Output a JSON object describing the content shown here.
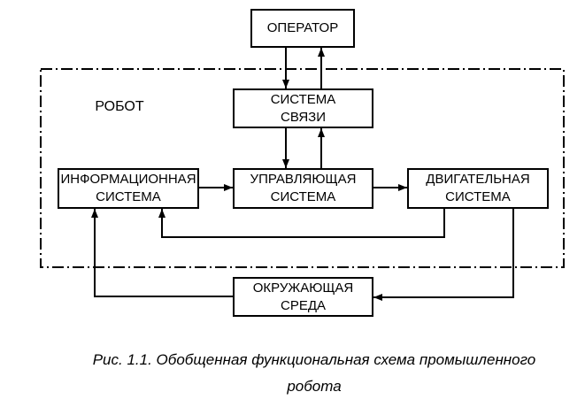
{
  "page": {
    "background_color": "#ffffff",
    "line_color": "#000000",
    "text_color": "#000000"
  },
  "diagram": {
    "boundary_label": "РОБОТ",
    "nodes": {
      "operator": {
        "label": "ОПЕРАТОР"
      },
      "comm": {
        "label": "СИСТЕМА\nСВЯЗИ"
      },
      "info": {
        "label": "ИНФОРМАЦИОННАЯ\nСИСТЕМА"
      },
      "control": {
        "label": "УПРАВЛЯЮЩАЯ\nСИСТЕМА"
      },
      "motor": {
        "label": "ДВИГАТЕЛЬНАЯ\nСИСТЕМА"
      },
      "env": {
        "label": "ОКРУЖАЮЩАЯ\nСРЕДА"
      }
    },
    "edges": [
      {
        "from": "ОПЕРАТОР",
        "to": "СИСТЕМА СВЯЗИ"
      },
      {
        "from": "СИСТЕМА СВЯЗИ",
        "to": "ОПЕРАТОР"
      },
      {
        "from": "СИСТЕМА СВЯЗИ",
        "to": "УПРАВЛЯЮЩАЯ СИСТЕМА"
      },
      {
        "from": "УПРАВЛЯЮЩАЯ СИСТЕМА",
        "to": "СИСТЕМА СВЯЗИ"
      },
      {
        "from": "ИНФОРМАЦИОННАЯ СИСТЕМА",
        "to": "УПРАВЛЯЮЩАЯ СИСТЕМА"
      },
      {
        "from": "УПРАВЛЯЮЩАЯ СИСТЕМА",
        "to": "ДВИГАТЕЛЬНАЯ СИСТЕМА"
      },
      {
        "from": "ДВИГАТЕЛЬНАЯ СИСТЕМА",
        "to": "ИНФОРМАЦИОННАЯ СИСТЕМА"
      },
      {
        "from": "ДВИГАТЕЛЬНАЯ СИСТЕМА",
        "to": "ОКРУЖАЮЩАЯ СРЕДА"
      },
      {
        "from": "ОКРУЖАЮЩАЯ СРЕДА",
        "to": "ИНФОРМАЦИОННАЯ СИСТЕМА"
      }
    ]
  },
  "caption": {
    "text": "Рис. 1.1. Обобщенная функциональная схема промышленного\nробота"
  }
}
